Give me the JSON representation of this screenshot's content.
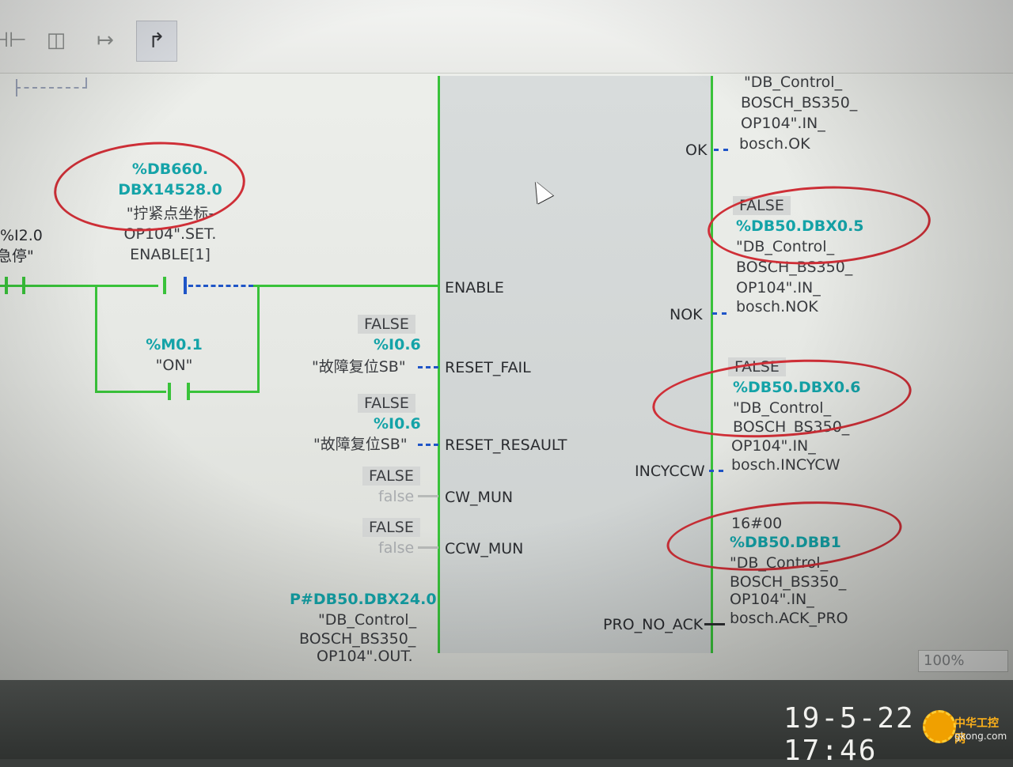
{
  "toolbar": {
    "buttons": [
      {
        "name": "nc-contact-icon",
        "glyph": "⊣⊢"
      },
      {
        "name": "coil-icon",
        "glyph": "◫"
      },
      {
        "name": "open-branch-icon",
        "glyph": "↦"
      },
      {
        "name": "close-branch-icon",
        "glyph": "↱"
      }
    ]
  },
  "left": {
    "enable_contact": {
      "addr_line1": "%DB660.",
      "addr_line2": "DBX14528.0",
      "tag_line1": "\"拧紧点坐标-",
      "tag_line2": "OP104\".SET.",
      "tag_line3": "ENABLE[1]"
    },
    "left_contact": {
      "addr": "%I2.0",
      "tag": "急停\""
    },
    "on_contact": {
      "addr": "%M0.1",
      "tag": "\"ON\""
    },
    "reset_fail": {
      "state": "FALSE",
      "addr": "%I0.6",
      "tag": "\"故障复位SB\""
    },
    "reset_result": {
      "state": "FALSE",
      "addr": "%I0.6",
      "tag": "\"故障复位SB\""
    },
    "cw_mun": {
      "state": "FALSE",
      "value": "false"
    },
    "ccw_mun": {
      "state": "FALSE",
      "value": "false"
    },
    "pointer": {
      "addr": "P#DB50.DBX24.0",
      "tag_line1": "\"DB_Control_",
      "tag_line2": "BOSCH_BS350_",
      "tag_line3": "OP104\".OUT."
    }
  },
  "block": {
    "inputs": {
      "enable": "ENABLE",
      "reset_fail": "RESET_FAIL",
      "reset_result": "RESET_RESAULT",
      "cw_mun": "CW_MUN",
      "ccw_mun": "CCW_MUN"
    },
    "outputs": {
      "ok": "OK",
      "nok": "NOK",
      "incyccw": "INCYCCW",
      "pro_no_ack": "PRO_NO_ACK"
    }
  },
  "right": {
    "ok": {
      "tag_line1": "\"DB_Control_",
      "tag_line2": "BOSCH_BS350_",
      "tag_line3": "OP104\".IN_",
      "tag_line4": "bosch.OK"
    },
    "nok": {
      "state": "FALSE",
      "addr": "%DB50.DBX0.5",
      "tag_line1": "\"DB_Control_",
      "tag_line2": "BOSCH_BS350_",
      "tag_line3": "OP104\".IN_",
      "tag_line4": "bosch.NOK"
    },
    "incyccw": {
      "state": "FALSE",
      "addr": "%DB50.DBX0.6",
      "tag_line1": "\"DB_Control_",
      "tag_line2": "BOSCH_BS350_",
      "tag_line3": "OP104\".IN_",
      "tag_line4": "bosch.INCYCW"
    },
    "ack": {
      "state": "16#00",
      "addr": "%DB50.DBB1",
      "tag_line1": "\"DB_Control_",
      "tag_line2": "BOSCH_BS350_",
      "tag_line3": "OP104\".IN_",
      "tag_line4": "bosch.ACK_PRO"
    }
  },
  "zoom": "100%",
  "photo": {
    "timestamp": "19-5-22 17:46",
    "watermark_brand": "中华工控网",
    "watermark_site": "gkong.com"
  },
  "colors": {
    "power_flow": "#39c23a",
    "no_flow": "#1f55c7",
    "address": "#14a3a8",
    "annotation": "#cf2f37"
  }
}
